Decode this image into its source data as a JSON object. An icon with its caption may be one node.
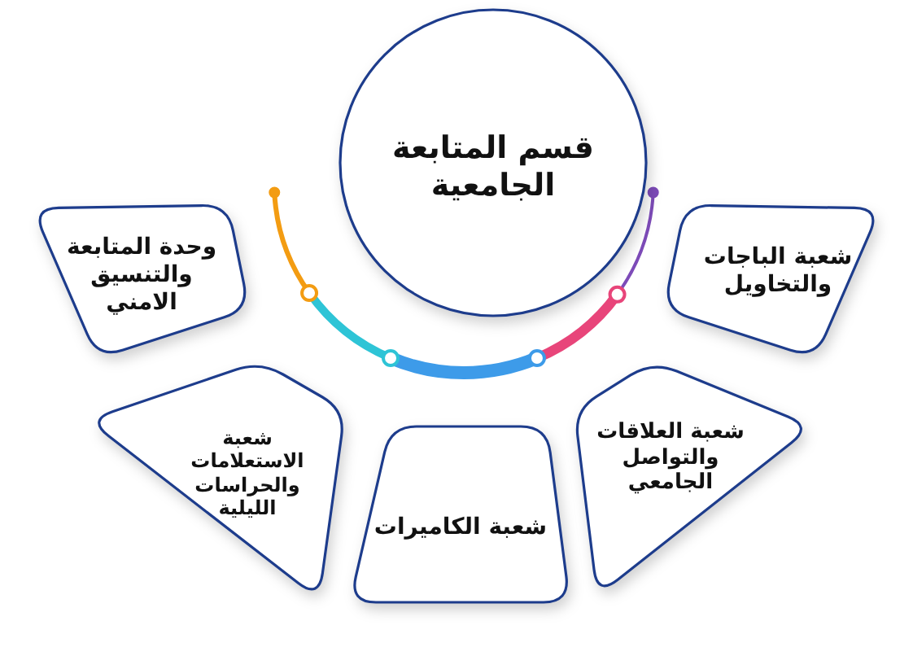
{
  "diagram": {
    "nodes": [
      {
        "text": [
          "قسم المتابعة الجامعية"
        ]
      },
      {
        "text": [
          "وحدة المتابعة والتنسيق الامني"
        ]
      },
      {
        "text": [
          "شعبة الباجات والتخاويل"
        ]
      },
      {
        "text": [
          "شعبة الاستعلامات والحراسات الليلية"
        ]
      },
      {
        "text": [
          "شعبة العلاقات والتواصل الجامعي"
        ]
      },
      {
        "text": [
          "شعبة الكاميرات"
        ]
      }
    ]
  }
}
